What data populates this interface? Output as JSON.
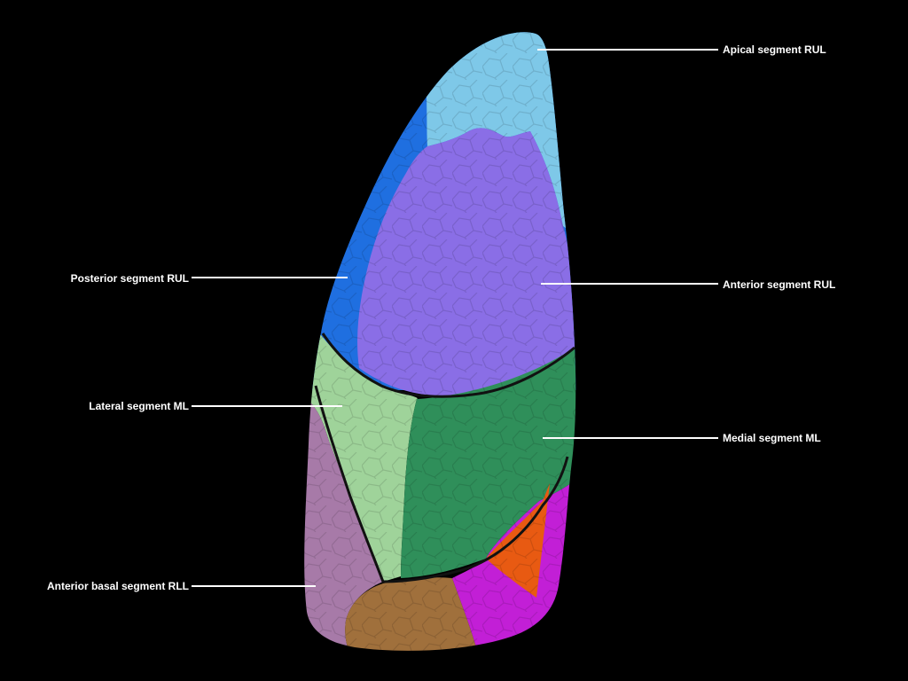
{
  "labels": {
    "apical_rul": "Apical segment RUL",
    "anterior_rul": "Anterior segment RUL",
    "posterior_rul": "Posterior segment RUL",
    "lateral_ml": "Lateral segment ML",
    "medial_ml": "Medial segment ML",
    "anterior_basal_rll": "Anterior basal segment RLL"
  },
  "colors": {
    "background": "#000000",
    "apical_rul": "#7ec8e8",
    "posterior_rul": "#1f6fe0",
    "anterior_rul": "#8a6ee6",
    "lateral_ml": "#9fd39a",
    "medial_ml": "#2f8f5a",
    "anterior_basal_rll": "#a77aa8",
    "basal_brown": "#a0703c",
    "basal_magenta": "#c21fd6",
    "basal_orange": "#e85a12"
  }
}
